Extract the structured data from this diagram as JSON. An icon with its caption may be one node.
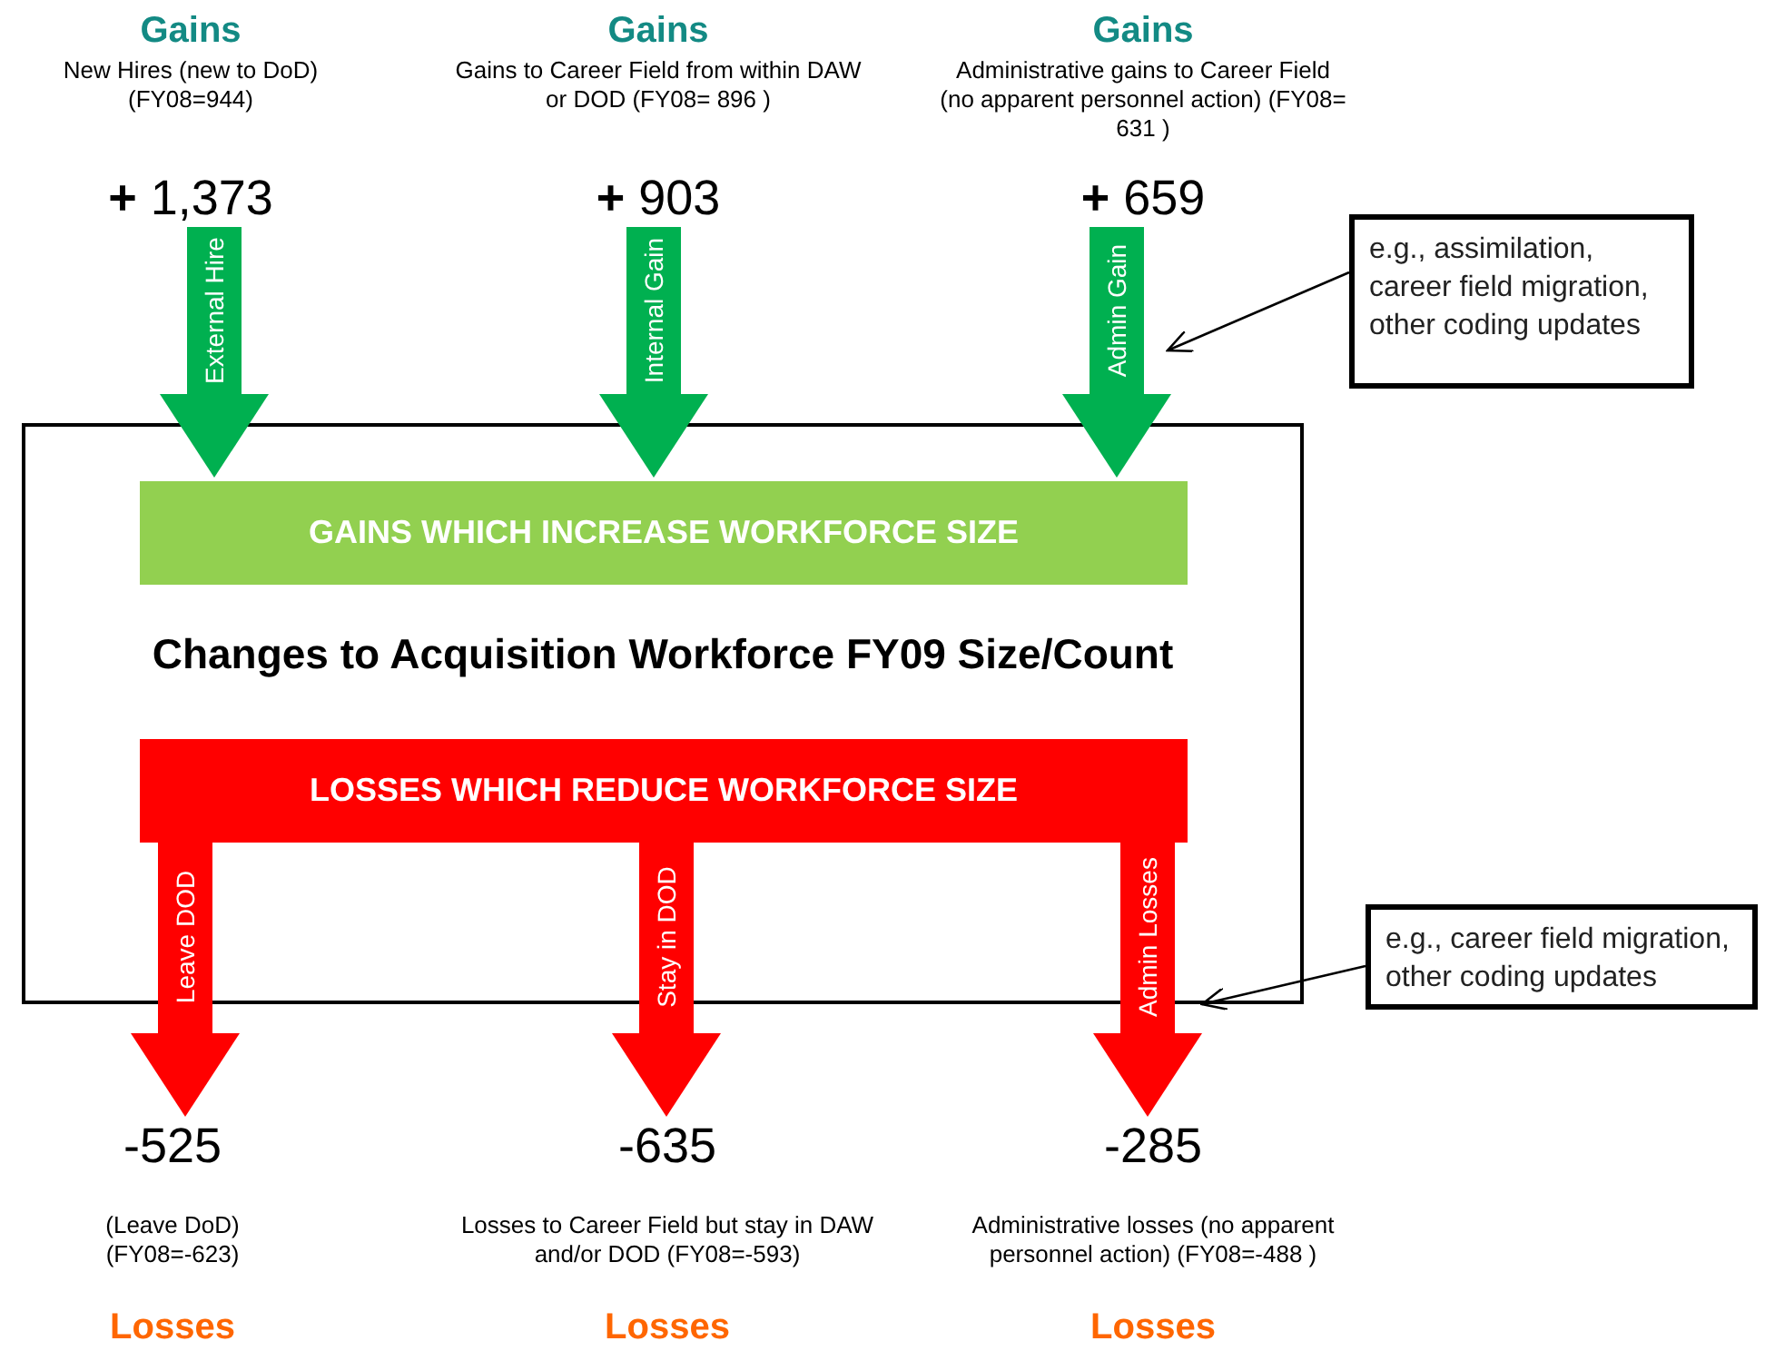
{
  "diagram": {
    "nodes": [
      {
        "text": [
          "Gains",
          "New Hires (new to DoD) (FY08=944)",
          "**+** 1,373"
        ]
      },
      {
        "text": [
          "Gains",
          "Gains to Career Field from within DAW or DOD (FY08= 896 )",
          "**+** 903"
        ]
      },
      {
        "text": [
          "Gains",
          "Administrative gains to Career Field (no apparent personnel action) (FY08= 631 )",
          "**+** 659"
        ]
      },
      {
        "text": [
          "e.g., assimilation, career field migration, other coding updates"
        ]
      },
      {
        "text": [
          "Changes to Acquisition Workforce FY09 Size/Count"
        ]
      },
      {
        "text": [
          "GAINS WHICH INCREASE WORKFORCE SIZE"
        ],
        "in": 4
      },
      {
        "text": [
          "LOSSES WHICH REDUCE WORKFORCE SIZE"
        ],
        "in": 4
      },
      {
        "text": [
          "e.g., career field migration, other coding updates"
        ]
      },
      {
        "text": [
          "-525",
          "(Leave DoD) (FY08=-623)",
          "Losses"
        ]
      },
      {
        "text": [
          "-635",
          "Losses to Career Field but stay in DAW and/or DOD (FY08=-593)",
          "Losses"
        ]
      },
      {
        "text": [
          "-285",
          "Administrative losses (no apparent personnel action) (FY08=-488 )",
          "Losses"
        ]
      }
    ],
    "edges": [
      {
        "from": 0,
        "to": 5,
        "arrow": "to",
        "label": "External Hire",
        "color": "#00b050"
      },
      {
        "from": 1,
        "to": 5,
        "arrow": "to",
        "label": "Internal Gain",
        "color": "#00b050"
      },
      {
        "from": 2,
        "to": 5,
        "arrow": "to",
        "label": "Admin Gain",
        "color": "#00b050"
      },
      {
        "from": 6,
        "to": 8,
        "arrow": "to",
        "label": "Leave DOD",
        "color": "#ff0000"
      },
      {
        "from": 6,
        "to": 9,
        "arrow": "to",
        "label": "Stay in DOD",
        "color": "#ff0000"
      },
      {
        "from": 6,
        "to": 10,
        "arrow": "to",
        "label": "Admin Losses",
        "color": "#ff0000"
      },
      {
        "from": 3,
        "to": null,
        "arrow": "to",
        "color": "#000000"
      },
      {
        "from": 7,
        "to": 4,
        "arrow": "to",
        "color": "#000000"
      }
    ]
  }
}
